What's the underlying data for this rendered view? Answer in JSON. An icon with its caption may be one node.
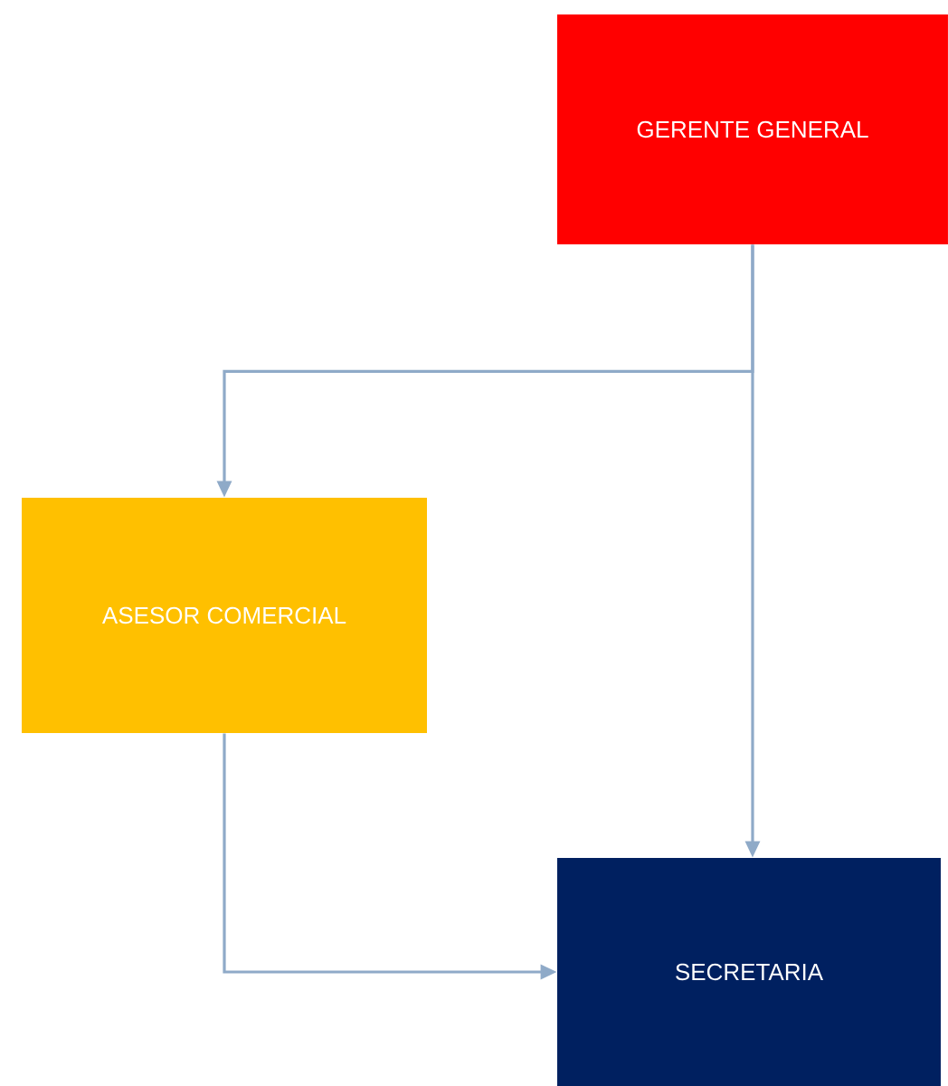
{
  "diagram": {
    "nodes": [
      {
        "text": [
          "GERENTE GENERAL"
        ]
      },
      {
        "text": [
          "ASESOR COMERCIAL"
        ]
      },
      {
        "text": [
          "SECRETARIA"
        ]
      }
    ],
    "edges": [
      {
        "from": 0,
        "to": 1,
        "arrow": "to"
      },
      {
        "from": 0,
        "to": 2,
        "arrow": "to"
      },
      {
        "from": 1,
        "to": 2,
        "arrow": "to"
      }
    ]
  }
}
